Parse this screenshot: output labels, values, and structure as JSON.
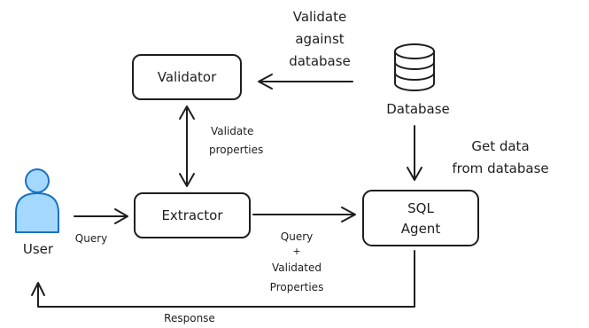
{
  "nodes": {
    "validator": {
      "label": "Validator",
      "fill": "#b2f2bb",
      "hatch": "#6fcf8a"
    },
    "extractor": {
      "label": "Extractor",
      "fill": "#ffc9c9",
      "hatch": "#f08c8c"
    },
    "sql_agent": {
      "label_line1": "SQL",
      "label_line2": "Agent",
      "fill": "#fff3bf",
      "hatch": "#f2d96b"
    },
    "database": {
      "label": "Database",
      "icon": "database-cylinder-icon"
    },
    "user": {
      "label": "User",
      "icon": "user-person-icon",
      "fill": "#a5d8ff",
      "stroke": "#1971c2"
    }
  },
  "edges": {
    "db_to_validator": {
      "label_lines": [
        "Validate",
        "against",
        "database"
      ]
    },
    "validator_extractor": {
      "label_lines": [
        "Validate",
        "properties"
      ]
    },
    "user_to_extractor": {
      "label": "Query"
    },
    "extractor_to_sql": {
      "label_lines": [
        "Query",
        "+",
        "Validated",
        "Properties"
      ]
    },
    "db_to_sql": {
      "label_lines": [
        "Get data",
        "from database"
      ]
    },
    "sql_to_user": {
      "label": "Response"
    }
  },
  "colors": {
    "stroke": "#1e1e1e",
    "background": "#ffffff"
  }
}
